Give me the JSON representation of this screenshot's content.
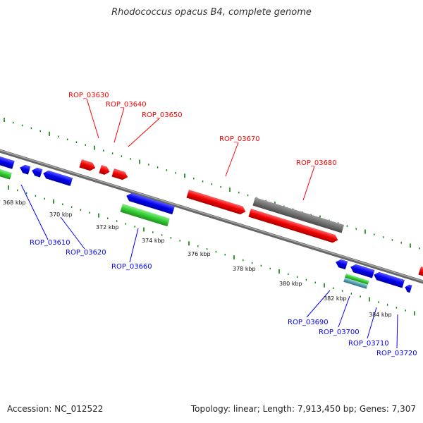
{
  "title": "Rhodococcus opacus B4, complete genome",
  "footer": {
    "accession": "Accession: NC_012522",
    "summary": "Topology: linear; Length: 7,913,450 bp; Genes: 7,307"
  },
  "colors": {
    "forward_gene": "#ff0000",
    "reverse_gene": "#0000ff",
    "rna_gene": "#33cc33",
    "pseudo_gene": "#808080",
    "backbone": "#888888",
    "tick": "#008000"
  },
  "scale_labels": [
    "368 kbp",
    "370 kbp",
    "372 kbp",
    "374 kbp",
    "376 kbp",
    "378 kbp",
    "380 kbp",
    "382 kbp",
    "384 kbp"
  ],
  "gene_labels_top": [
    "ROP_03630",
    "ROP_03640",
    "ROP_03650",
    "ROP_03670",
    "ROP_03680"
  ],
  "gene_labels_bottom": [
    "ROP_03610",
    "ROP_03620",
    "ROP_03660",
    "ROP_03690",
    "ROP_03700",
    "ROP_03710",
    "ROP_03720"
  ]
}
